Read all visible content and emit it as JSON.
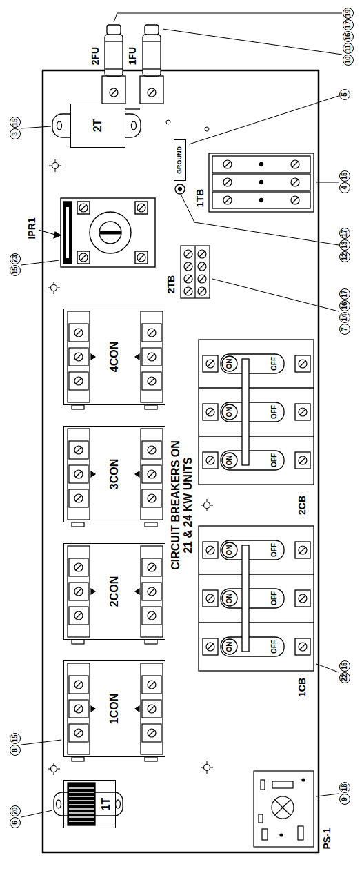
{
  "diagram": {
    "nodes": [
      {
        "text": [
          "1T"
        ]
      },
      {
        "text": [
          "1CON"
        ]
      },
      {
        "text": [
          "2CON"
        ]
      },
      {
        "text": [
          "3CON"
        ]
      },
      {
        "text": [
          "4CON"
        ]
      },
      {
        "text": [
          "2T"
        ]
      },
      {
        "text": [
          "GROUND"
        ]
      }
    ],
    "labels": [
      "IPR1",
      "2FU",
      "1FU",
      "2TB",
      "1TB",
      "CIRCUIT BREAKERS ON 21 & 24 KW UNITS",
      "ON",
      "ON",
      "ON",
      "OFF",
      "OFF",
      "OFF",
      "ON",
      "ON",
      "ON",
      "OFF",
      "OFF",
      "OFF",
      "1CB",
      "2CB",
      "PS-1",
      "6",
      "20",
      "8",
      "15",
      "15",
      "23",
      "3",
      "15",
      "9",
      "18",
      "22",
      "15",
      "7",
      "14",
      "16",
      "17",
      "12",
      "13",
      "17",
      "4",
      "15",
      "5",
      "10",
      "11",
      "16",
      "17",
      "19"
    ]
  }
}
